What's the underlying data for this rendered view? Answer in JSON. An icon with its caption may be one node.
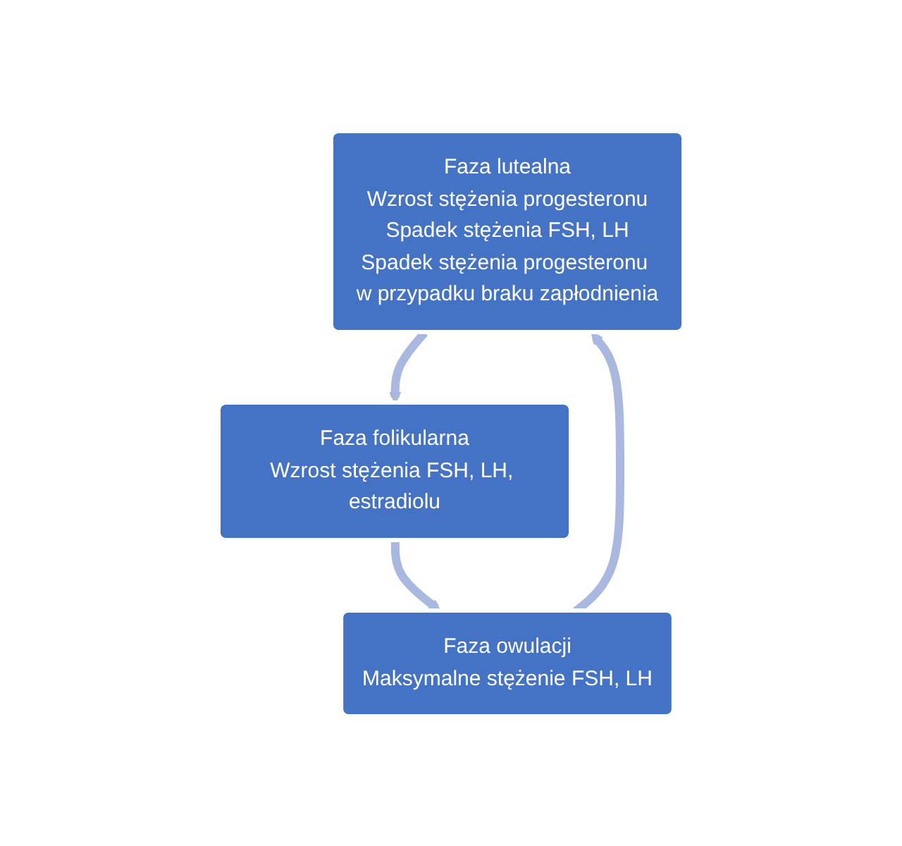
{
  "diagram": {
    "nodes": [
      {
        "text": [
          "Faza lutealna",
          "Wzrost stężenia progesteronu",
          "Spadek stężenia FSH, LH",
          "Spadek stężenia progesteronu w przypadku braku zapłodnienia"
        ]
      },
      {
        "text": [
          "Faza folikularna",
          "Wzrost stężenia FSH, LH, estradiolu"
        ]
      },
      {
        "text": [
          "Faza owulacji",
          "Maksymalne stężenie FSH, LH"
        ]
      }
    ],
    "edges": [
      {
        "from": 0,
        "to": 1,
        "arrow": "to"
      },
      {
        "from": 1,
        "to": 2,
        "arrow": "to"
      },
      {
        "from": 2,
        "to": 0,
        "arrow": "to"
      }
    ]
  }
}
